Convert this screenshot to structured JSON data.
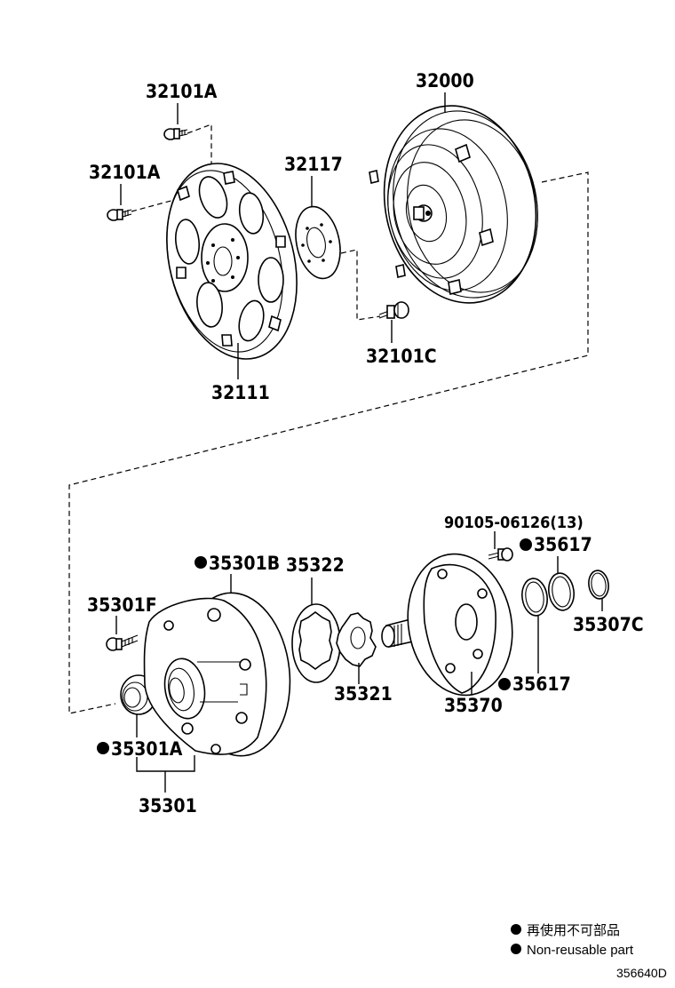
{
  "labels": {
    "p32101a_top": "32101A",
    "p32101a_left": "32101A",
    "p32117": "32117",
    "p32000": "32000",
    "p32101c": "32101C",
    "p32111": "32111",
    "p90105": "90105-06126(13)",
    "p35617_top": "35617",
    "p35301b": "35301B",
    "p35322": "35322",
    "p35301f": "35301F",
    "p35307c": "35307C",
    "p35617_bottom": "35617",
    "p35321": "35321",
    "p35370": "35370",
    "p35301a": "35301A",
    "p35301": "35301"
  },
  "legend": {
    "line1": "再使用不可部品",
    "line2": "Non-reusable part"
  },
  "diagram_code": "356640D"
}
